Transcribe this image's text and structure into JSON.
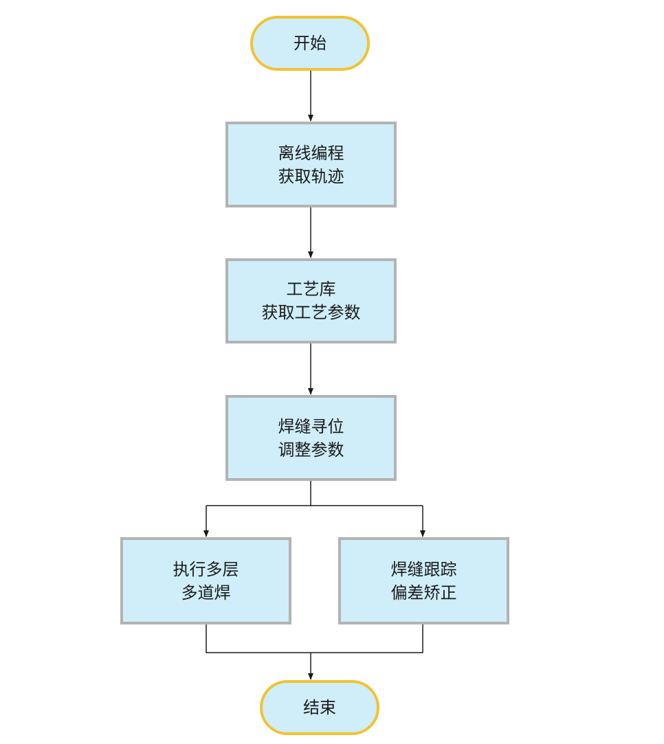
{
  "nodes": {
    "start": {
      "lines": [
        "开始"
      ]
    },
    "offline": {
      "lines": [
        "离线编程",
        "获取轨迹"
      ]
    },
    "process_lib": {
      "lines": [
        "工艺库",
        "获取工艺参数"
      ]
    },
    "seam_locate": {
      "lines": [
        "焊缝寻位",
        "调整参数"
      ]
    },
    "multi_pass": {
      "lines": [
        "执行多层",
        "多道焊"
      ]
    },
    "seam_track": {
      "lines": [
        "焊缝跟踪",
        "偏差矫正"
      ]
    },
    "end": {
      "lines": [
        "结束"
      ]
    }
  },
  "colors": {
    "box_fill": "#cfeefa",
    "process_border": "#b3b3b3",
    "terminal_border": "#f2c230",
    "connector": "#1a1a1a"
  }
}
